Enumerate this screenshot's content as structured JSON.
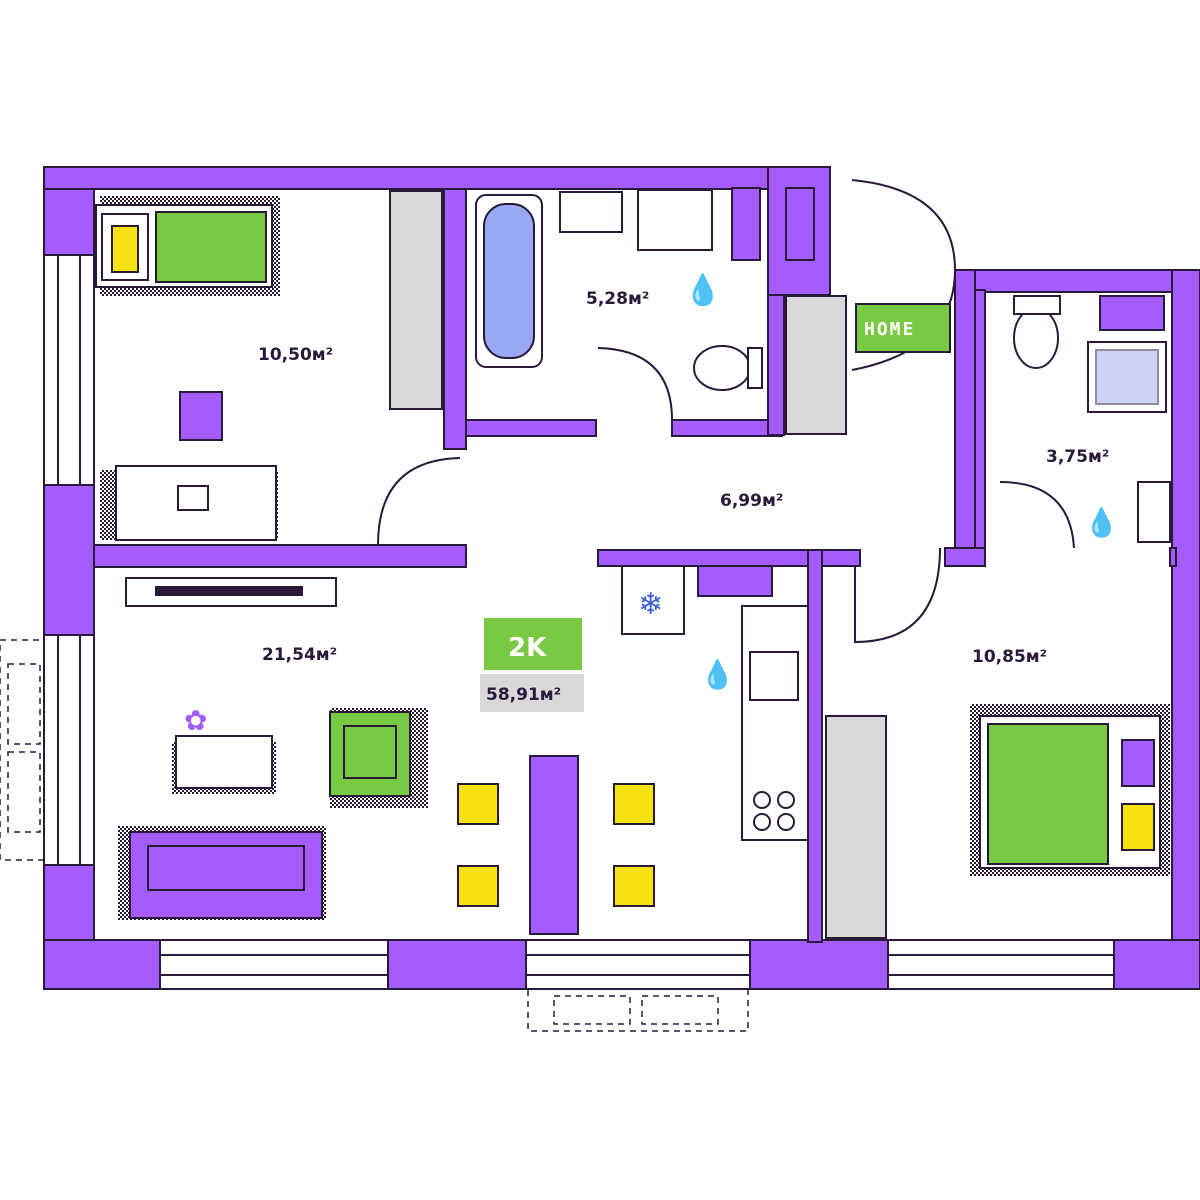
{
  "colors": {
    "wall": "#a45bff",
    "wall_outline": "#2a1a3a",
    "accent_green": "#7ac943",
    "accent_yellow": "#f5e20f",
    "wardrobe_grey": "#d9d9d9",
    "bath_blue": "#9aa9f5",
    "water_blue": "#7ea3ff",
    "floor": "#ffffff"
  },
  "badge": {
    "type": "2K",
    "total_area": "58,91м²"
  },
  "home_sign": "HOME",
  "rooms": [
    {
      "id": "bedroom-1",
      "area": "10,50м²"
    },
    {
      "id": "bathroom",
      "area": "5,28м²"
    },
    {
      "id": "hallway",
      "area": "6,99м²"
    },
    {
      "id": "toilet",
      "area": "3,75м²"
    },
    {
      "id": "living-room",
      "area": "21,54м²"
    },
    {
      "id": "bedroom-2",
      "area": "10,85м²"
    }
  ],
  "icons": [
    "water-drop-icon",
    "snowflake-icon",
    "flower-icon"
  ]
}
